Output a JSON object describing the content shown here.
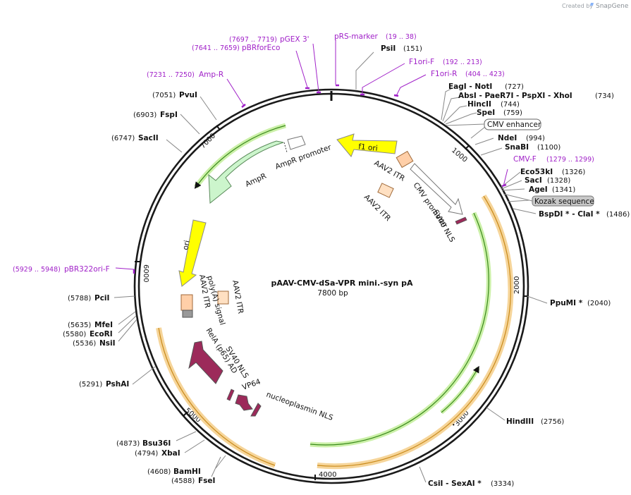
{
  "credit": {
    "created_by": "Created by",
    "brand": "SnapGene"
  },
  "plasmid": {
    "name": "pAAV-CMV-dSa-VPR mini.-syn pA",
    "size": "7800 bp"
  },
  "ticks": [
    "1000",
    "2000",
    "3000",
    "4000",
    "5000",
    "6000",
    "7000"
  ],
  "enzymes": [
    {
      "name": "PsiI",
      "pos": "(151)"
    },
    {
      "name": "EagI  - NotI",
      "pos": "(727)"
    },
    {
      "name": "AbsI  - PaeR7I  - PspXI  - XhoI",
      "pos": "(734)"
    },
    {
      "name": "HincII",
      "pos": "(744)"
    },
    {
      "name": "SpeI",
      "pos": "(759)"
    },
    {
      "name": "NdeI",
      "pos": "(994)"
    },
    {
      "name": "SnaBI",
      "pos": "(1100)"
    },
    {
      "name": "Eco53kI",
      "pos": "(1326)"
    },
    {
      "name": "SacI",
      "pos": "(1328)"
    },
    {
      "name": "AgeI",
      "pos": "(1341)"
    },
    {
      "name": "BspDI *  - ClaI *",
      "pos": "(1486)"
    },
    {
      "name": "PpuMI *",
      "pos": "(2040)"
    },
    {
      "name": "HindIII",
      "pos": "(2756)"
    },
    {
      "name": "CsiI  - SexAI *",
      "pos": "(3334)"
    },
    {
      "name": "FseI",
      "pos": "(4588)"
    },
    {
      "name": "BamHI",
      "pos": "(4608)"
    },
    {
      "name": "XbaI",
      "pos": "(4794)"
    },
    {
      "name": "Bsu36I",
      "pos": "(4873)"
    },
    {
      "name": "PshAI",
      "pos": "(5291)"
    },
    {
      "name": "NsiI",
      "pos": "(5536)"
    },
    {
      "name": "EcoRI",
      "pos": "(5580)"
    },
    {
      "name": "MfeI",
      "pos": "(5635)"
    },
    {
      "name": "PciI",
      "pos": "(5788)"
    },
    {
      "name": "SacII",
      "pos": "(6747)"
    },
    {
      "name": "FspI",
      "pos": "(6903)"
    },
    {
      "name": "PvuI",
      "pos": "(7051)"
    }
  ],
  "primers": [
    {
      "name": "pRS-marker",
      "pos": "(19 .. 38)"
    },
    {
      "name": "F1ori-F",
      "pos": "(192 .. 213)"
    },
    {
      "name": "F1ori-R",
      "pos": "(404 .. 423)"
    },
    {
      "name": "CMV-F",
      "pos": "(1279 .. 1299)"
    },
    {
      "name": "pBR322ori-F",
      "pos": "(5929 .. 5948)"
    },
    {
      "name": "Amp-R",
      "pos": "(7231 .. 7250)"
    },
    {
      "name": "pBRforEco",
      "pos": "(7641 .. 7659)"
    },
    {
      "name": "pGEX 3'",
      "pos": "(7697 .. 7719)"
    }
  ],
  "boxed_features": {
    "cmv_enhancer": "CMV enhancer",
    "kozak": "Kozak sequence"
  },
  "features": {
    "f1_ori": "f1 ori",
    "aav2_itr_1": "AAV2 ITR",
    "aav2_itr_2": "AAV2 ITR",
    "aav2_itr_3": "AAV2 ITR",
    "aav2_itr_4": "AAV2 ITR",
    "cmv_promoter": "CMV promoter",
    "sv40_nls_1": "SV40 NLS",
    "sv40_nls_2": "SV40 NLS",
    "ampr": "AmpR",
    "ampr_promoter": "AmpR promoter",
    "ori": "ori",
    "polya": "poly(A) signal",
    "rela": "RelA (p65) AD",
    "vp64": "VP64",
    "nucleoplasmin": "nucleoplasmin NLS"
  },
  "colors": {
    "backbone": "#1a1a1a",
    "primer": "#a020c8",
    "f1_ori": "#ffff00",
    "ori": "#ffff00",
    "ampr": "#ccf5cc",
    "itr": "#ffcfa8",
    "effector": "#9c2a5a",
    "orange_band": "#f6a623",
    "green_band": "#7dd63a"
  }
}
